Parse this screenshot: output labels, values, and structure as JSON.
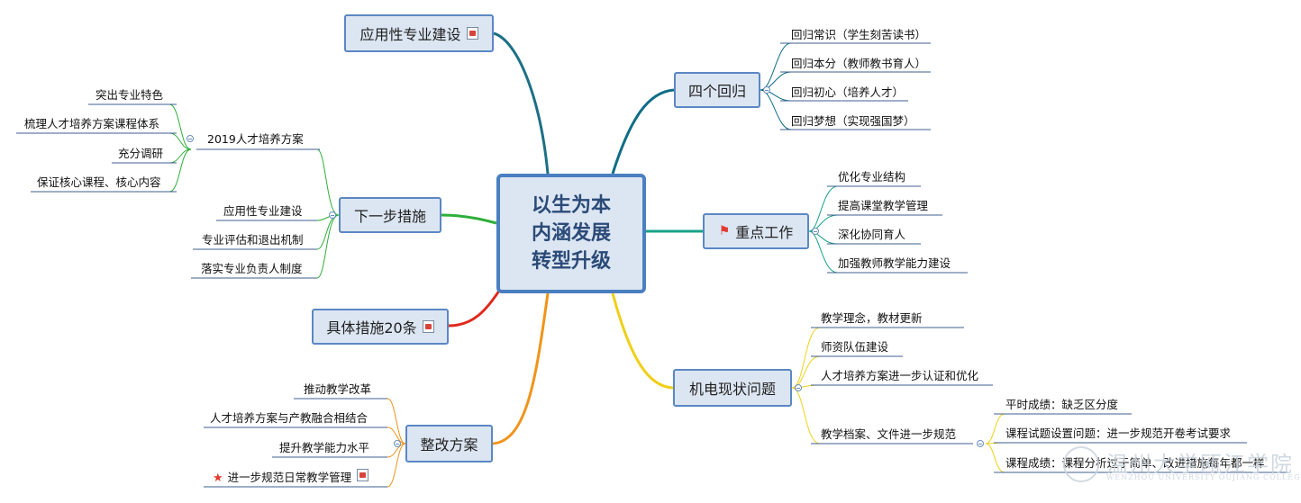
{
  "central": {
    "line1": "以生为本",
    "line2": "内涵发展",
    "line3": "转型升级"
  },
  "branches": {
    "yingyong": {
      "label": "应用性专业建设",
      "icon": "document-icon"
    },
    "huigui": {
      "label": "四个回归",
      "items": [
        "回归常识（学生刻苦读书）",
        "回归本分（教师教书育人）",
        "回归初心（培养人才）",
        "回归梦想（实现强国梦）"
      ]
    },
    "zhongdian": {
      "label": "重点工作",
      "icon": "flag-icon",
      "items": [
        "优化专业结构",
        "提高课堂教学管理",
        "深化协同育人",
        "加强教师教学能力建设"
      ]
    },
    "jidian": {
      "label": "机电现状问题",
      "items": [
        "教学理念，教材更新",
        "师资队伍建设",
        "人才培养方案进一步认证和优化",
        "教学档案、文件进一步规范"
      ],
      "sub_items": [
        "平时成绩：缺乏区分度",
        "课程试题设置问题：进一步规范开卷考试要求",
        "课程成绩：课程分析过于简单、改进措施每年都一样"
      ]
    },
    "xiayibu": {
      "label": "下一步措施",
      "plan_label": "2019人才培养方案",
      "plan_items": [
        "突出专业特色",
        "梳理人才培养方案课程体系",
        "充分调研",
        "保证核心课程、核心内容"
      ],
      "items": [
        "应用性专业建设",
        "专业评估和退出机制",
        "落实专业负责人制度"
      ]
    },
    "juti": {
      "label": "具体措施20条",
      "icon": "document-icon"
    },
    "zhenggai": {
      "label": "整改方案",
      "items": [
        "推动教学改革",
        "人才培养方案与产教融合相结合",
        "提升教学能力水平",
        "进一步规范日常教学管理"
      ],
      "last_item_icons": [
        "star-icon",
        "document-icon"
      ]
    }
  },
  "watermark": {
    "cn": "温州大学瓯江学院",
    "en": "WENZHOU UNIVERSITY OUJIANG COLLEGE"
  },
  "colors": {
    "node_fill": "#dce6f2",
    "node_border": "#5b87c4",
    "branch_top": "#1c6f86",
    "branch_huigui": "#0e6d86",
    "branch_zhongdian": "#17a389",
    "branch_jidian": "#f0cf1a",
    "branch_xiayibu": "#2eae3a",
    "branch_juti": "#e0291b",
    "branch_zhenggai": "#f0941a",
    "leaf_line": "#3f5f8f"
  }
}
